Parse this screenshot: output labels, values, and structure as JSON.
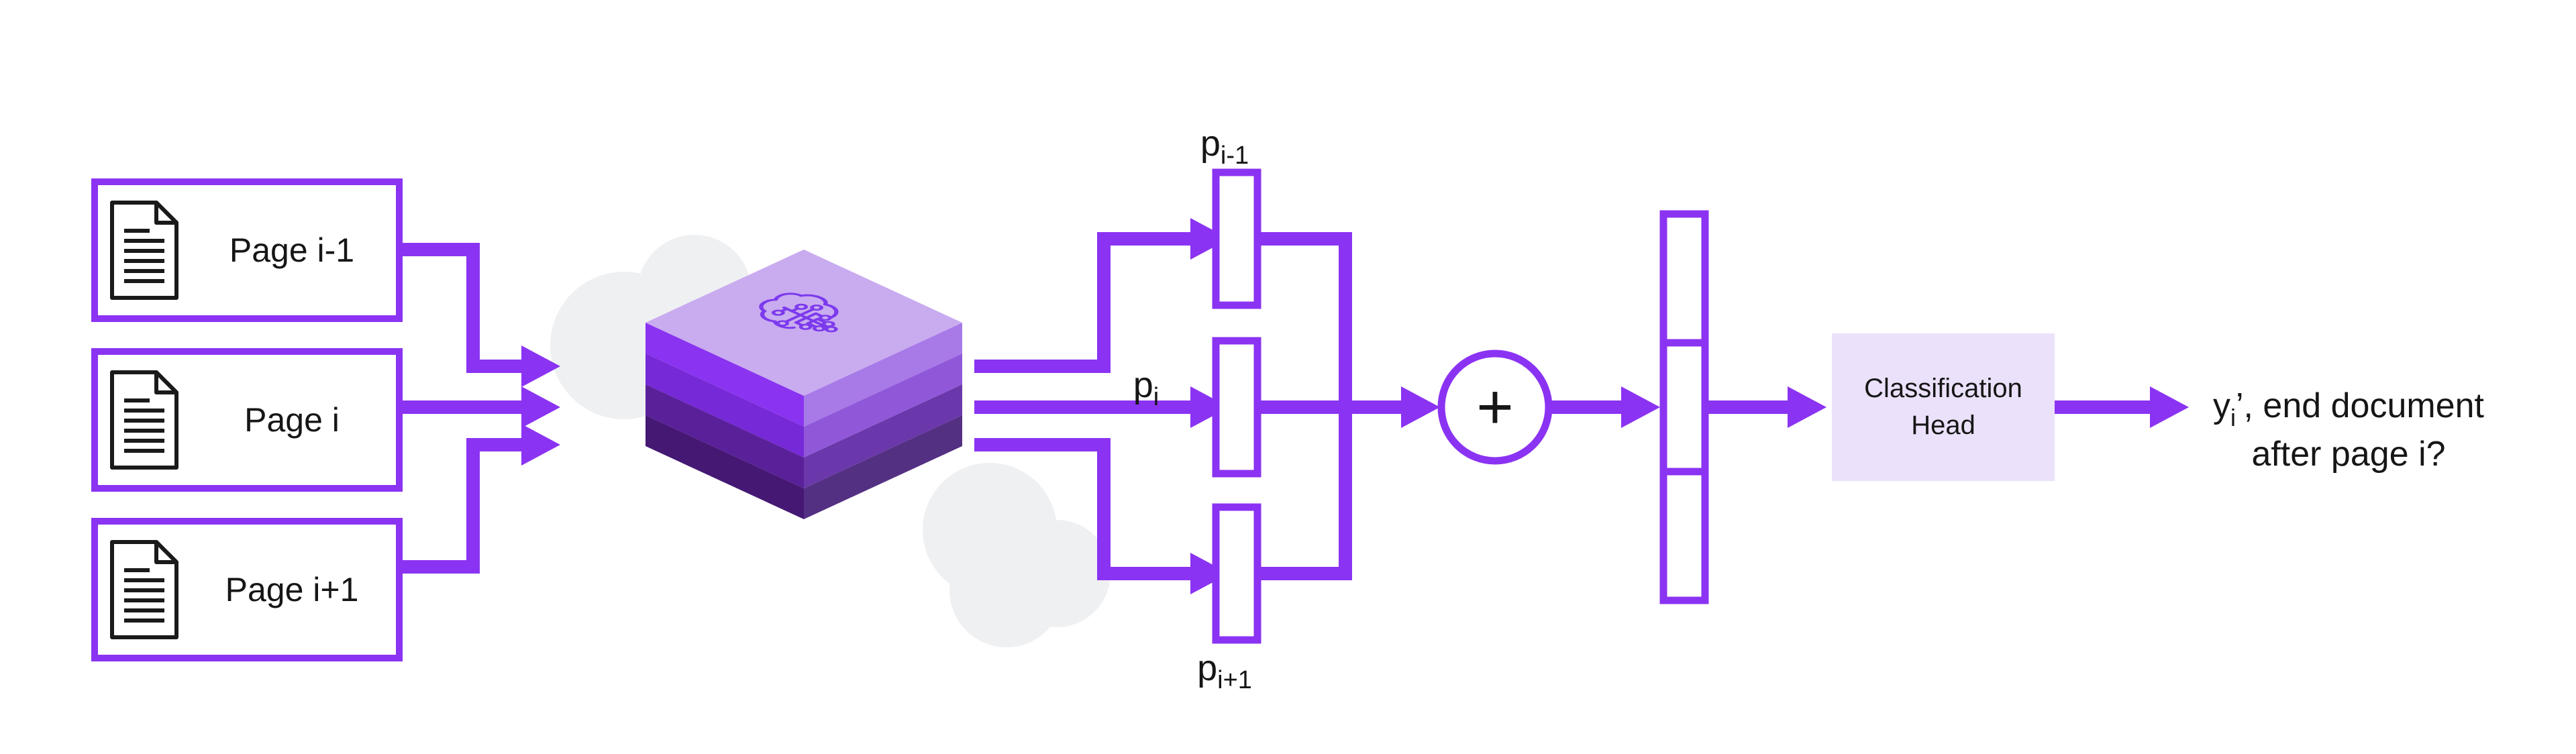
{
  "colors": {
    "purple": "#8b33f2",
    "ink": "#161616",
    "icon_ink": "#1a1a1a",
    "cloud": "#eff0f2",
    "head_bg": "#ebe1fa",
    "brain": "#7c3aed",
    "cube_top": "#c9abef"
  },
  "cube": {
    "top": "#c9abef",
    "left": [
      "#8a33f0",
      "#7629d6",
      "#5a2099",
      "#451874"
    ],
    "right": [
      "#a77ae8",
      "#9058d8",
      "#6a38ab",
      "#543083"
    ]
  },
  "inputs": {
    "items": [
      {
        "label": "Page i-1"
      },
      {
        "label": "Page i"
      },
      {
        "label": "Page i+1"
      }
    ]
  },
  "embeddings": {
    "prev": {
      "base": "p",
      "sub": "i-1"
    },
    "cur": {
      "base": "p",
      "sub": "i"
    },
    "next": {
      "base": "p",
      "sub": "i+1"
    }
  },
  "combiner": {
    "symbol": "+"
  },
  "head": {
    "line1": "Classification",
    "line2": "Head"
  },
  "output": {
    "base": "y",
    "sub": "i",
    "rest": "’, end document",
    "line2": "after page i?"
  }
}
